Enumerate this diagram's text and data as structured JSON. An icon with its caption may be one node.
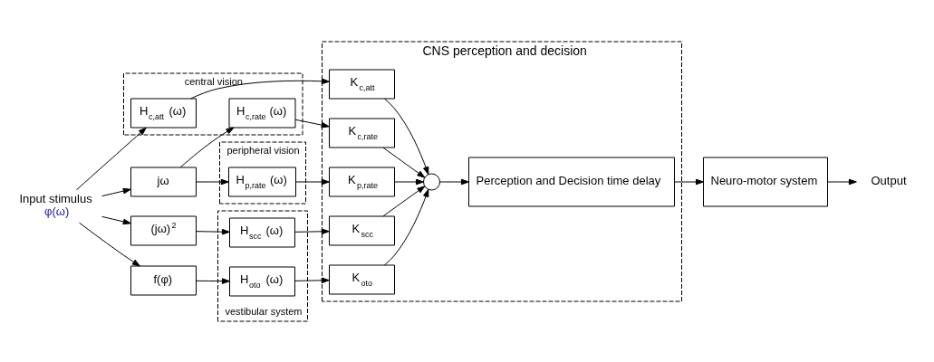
{
  "diagram": {
    "nodes": [
      {
        "text": [
          "Input stimulus",
          "φ(ω)"
        ]
      },
      {
        "text": [
          "jω"
        ]
      },
      {
        "text": [
          "(jω)$^{2}$"
        ]
      },
      {
        "text": [
          "f(φ)"
        ]
      },
      {
        "text": [
          "central vision"
        ]
      },
      {
        "text": [
          "H$_{c,att}$ (ω)"
        ],
        "in": 4
      },
      {
        "text": [
          "H$_{c,rate}$ (ω)"
        ],
        "in": 4
      },
      {
        "text": [
          "peripheral vision"
        ]
      },
      {
        "text": [
          "H$_{p,rate}$ (ω)"
        ],
        "in": 7
      },
      {
        "text": [
          "vestibular system"
        ]
      },
      {
        "text": [
          "H$_{scc}$ (ω)"
        ],
        "in": 9
      },
      {
        "text": [
          "H$_{oto}$ (ω)"
        ],
        "in": 9
      },
      {
        "text": [
          "CNS perception and decision"
        ]
      },
      {
        "text": [
          "K$_{c,att}$"
        ],
        "in": 12
      },
      {
        "text": [
          "K$_{c,rate}$"
        ],
        "in": 12
      },
      {
        "text": [
          "K$_{p,rate}$"
        ],
        "in": 12
      },
      {
        "text": [
          "K$_{scc}$"
        ],
        "in": 12
      },
      {
        "text": [
          "K$_{oto}$"
        ],
        "in": 12
      },
      {
        "text": [],
        "shape": "circle",
        "in": 12
      },
      {
        "text": [
          "Perception and Decision time delay"
        ],
        "in": 12
      },
      {
        "text": [
          "Neuro-motor system"
        ]
      },
      {
        "text": [
          "Output"
        ]
      }
    ],
    "edges": [
      {
        "from": 0,
        "to": 5,
        "arrow": "to"
      },
      {
        "from": 0,
        "to": 1,
        "arrow": "to"
      },
      {
        "from": 0,
        "to": 2,
        "arrow": "to"
      },
      {
        "from": 0,
        "to": 3,
        "arrow": "to"
      },
      {
        "from": 1,
        "to": 6,
        "arrow": "to"
      },
      {
        "from": 1,
        "to": 8,
        "arrow": "to"
      },
      {
        "from": 2,
        "to": 10,
        "arrow": "to"
      },
      {
        "from": 3,
        "to": 11,
        "arrow": "to"
      },
      {
        "from": 5,
        "to": 13,
        "arrow": "to"
      },
      {
        "from": 6,
        "to": 14,
        "arrow": "to"
      },
      {
        "from": 8,
        "to": 15,
        "arrow": "to"
      },
      {
        "from": 10,
        "to": 16,
        "arrow": "to"
      },
      {
        "from": 11,
        "to": 17,
        "arrow": "to"
      },
      {
        "from": 13,
        "to": 18,
        "arrow": "to"
      },
      {
        "from": 14,
        "to": 18,
        "arrow": "to"
      },
      {
        "from": 15,
        "to": 18,
        "arrow": "to"
      },
      {
        "from": 16,
        "to": 18,
        "arrow": "to"
      },
      {
        "from": 17,
        "to": 18,
        "arrow": "to"
      },
      {
        "from": 18,
        "to": 19,
        "arrow": "to"
      },
      {
        "from": 19,
        "to": 20,
        "arrow": "to"
      },
      {
        "from": 20,
        "to": 21,
        "arrow": "to"
      }
    ]
  }
}
